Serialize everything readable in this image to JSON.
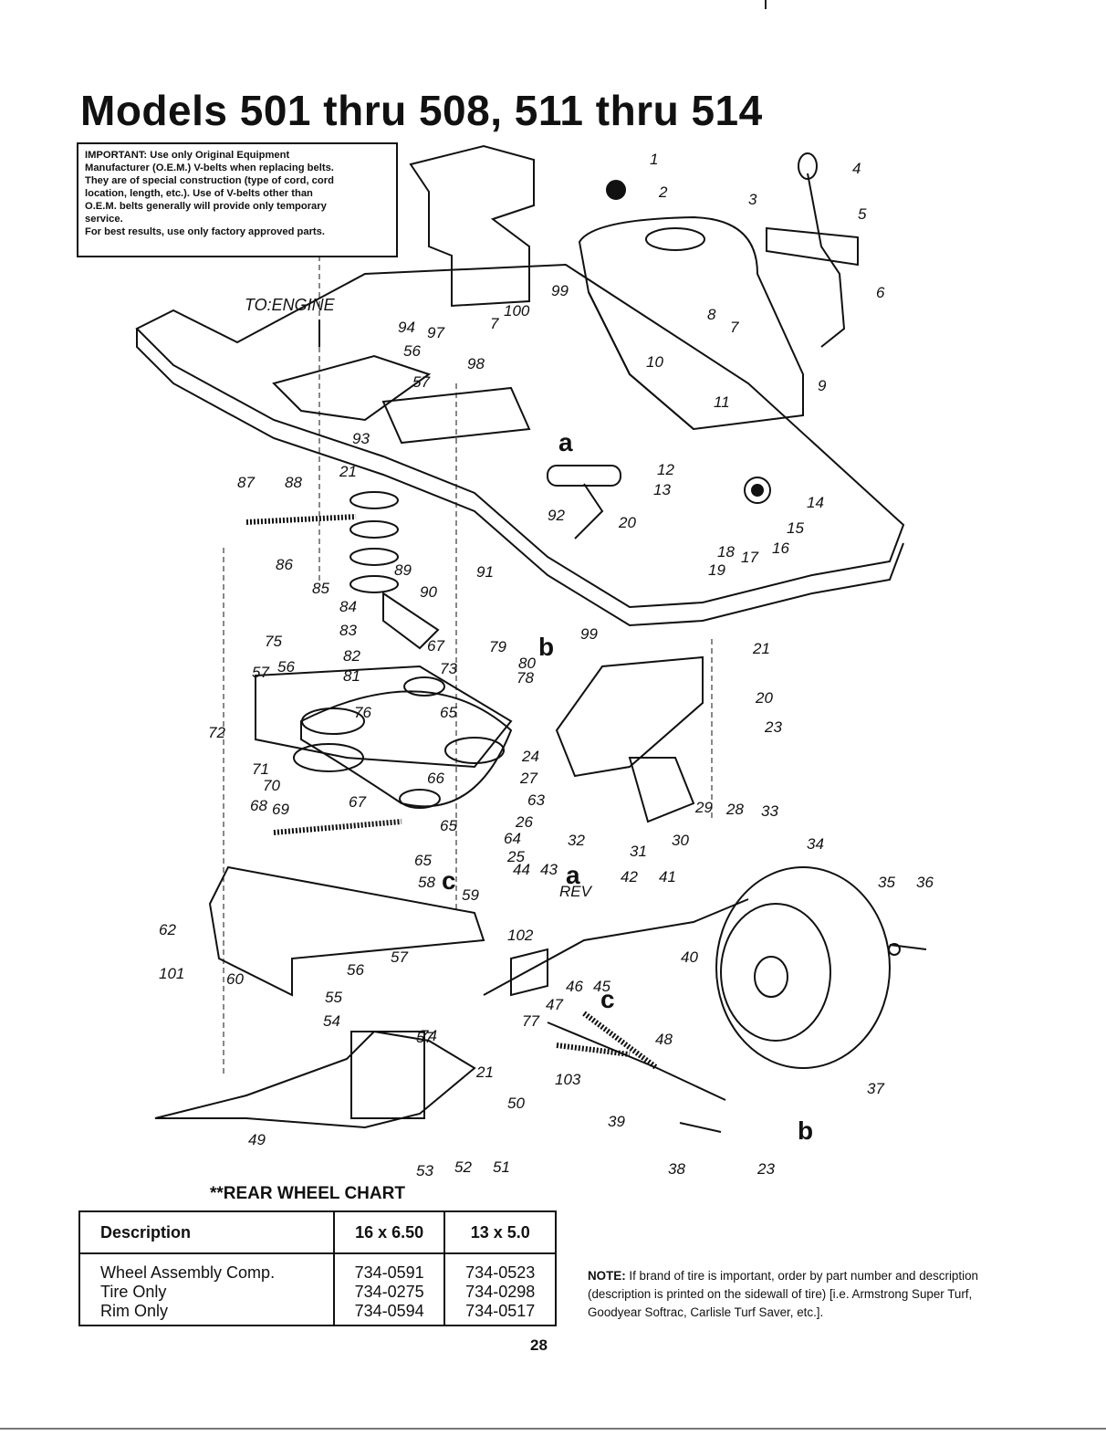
{
  "title": "Models 501 thru 508, 511 thru 514",
  "important_box": {
    "lines": [
      "IMPORTANT: Use only Original Equipment",
      "Manufacturer (O.E.M.) V-belts when replacing belts.",
      "They are of special construction (type of cord, cord",
      "location, length, etc.). Use of V-belts other than",
      "O.E.M. belts generally will provide only temporary",
      "service.",
      "For best results, use only factory approved parts."
    ]
  },
  "diagram": {
    "engine_label": "TO:ENGINE",
    "callouts": [
      "1",
      "2",
      "3",
      "4",
      "5",
      "6",
      "7",
      "7",
      "8",
      "9",
      "10",
      "11",
      "12",
      "13",
      "14",
      "15",
      "16",
      "17",
      "18",
      "19",
      "20",
      "20",
      "21",
      "21",
      "21",
      "23",
      "23",
      "24",
      "25",
      "26",
      "27",
      "28",
      "29",
      "30",
      "31",
      "32",
      "33",
      "34",
      "35",
      "36",
      "37",
      "38",
      "39",
      "40",
      "41",
      "42",
      "43",
      "44",
      "45",
      "46",
      "47",
      "48",
      "49",
      "50",
      "51",
      "52",
      "53",
      "54",
      "55",
      "56",
      "56",
      "56",
      "57",
      "57",
      "57",
      "57",
      "58",
      "59",
      "60",
      "62",
      "63",
      "64",
      "65",
      "65",
      "65",
      "66",
      "67",
      "67",
      "68",
      "69",
      "70",
      "71",
      "72",
      "73",
      "74",
      "75",
      "76",
      "77",
      "78",
      "79",
      "80",
      "81",
      "82",
      "83",
      "84",
      "85",
      "86",
      "87",
      "88",
      "89",
      "90",
      "91",
      "92",
      "93",
      "94",
      "97",
      "98",
      "99",
      "99",
      "100",
      "101",
      "102",
      "103",
      "REV"
    ],
    "letter_callouts": [
      "a",
      "a",
      "b",
      "b",
      "c",
      "c"
    ]
  },
  "rear_wheel_chart": {
    "title": "**REAR WHEEL CHART",
    "headers": [
      "Description",
      "16 x 6.50",
      "13 x 5.0"
    ],
    "rows": [
      [
        "Wheel Assembly Comp.",
        "734-0591",
        "734-0523"
      ],
      [
        "Tire Only",
        "734-0275",
        "734-0298"
      ],
      [
        "Rim Only",
        "734-0594",
        "734-0517"
      ]
    ]
  },
  "note": {
    "label": "NOTE:",
    "text": "If brand of tire is important, order by part number and description (description is printed on the sidewall of tire) [i.e. Armstrong Super Turf, Goodyear Softrac, Carlisle Turf Saver, etc.]."
  },
  "page_number": "28"
}
